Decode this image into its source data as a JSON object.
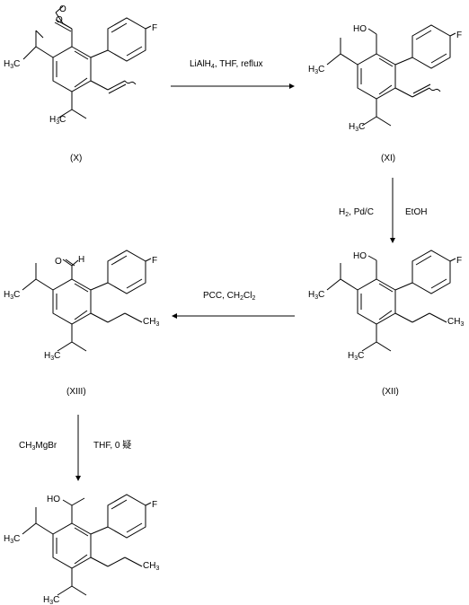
{
  "reactions": [
    {
      "reagent_lines": [
        "LiAlH",
        "4",
        ", THF, reflux"
      ]
    },
    {
      "reagent_left_parts": [
        "H",
        "2",
        ", Pd/C"
      ],
      "reagent_right": "EtOH"
    },
    {
      "reagent_parts": [
        "PCC, CH",
        "2",
        "Cl",
        "2"
      ]
    },
    {
      "reagent_left_parts": [
        "CH",
        "3",
        "MgBr"
      ],
      "reagent_right": "THF, 0 疑"
    }
  ],
  "compounds": {
    "X": "(X)",
    "XI": "(XI)",
    "XII": "(XII)",
    "XIII": "(XIII)"
  },
  "atoms": {
    "O": "O",
    "F": "F",
    "HO": "HO",
    "H": "H",
    "H3C_main": "H",
    "sub3": "3",
    "C": "C",
    "CH": "CH"
  }
}
